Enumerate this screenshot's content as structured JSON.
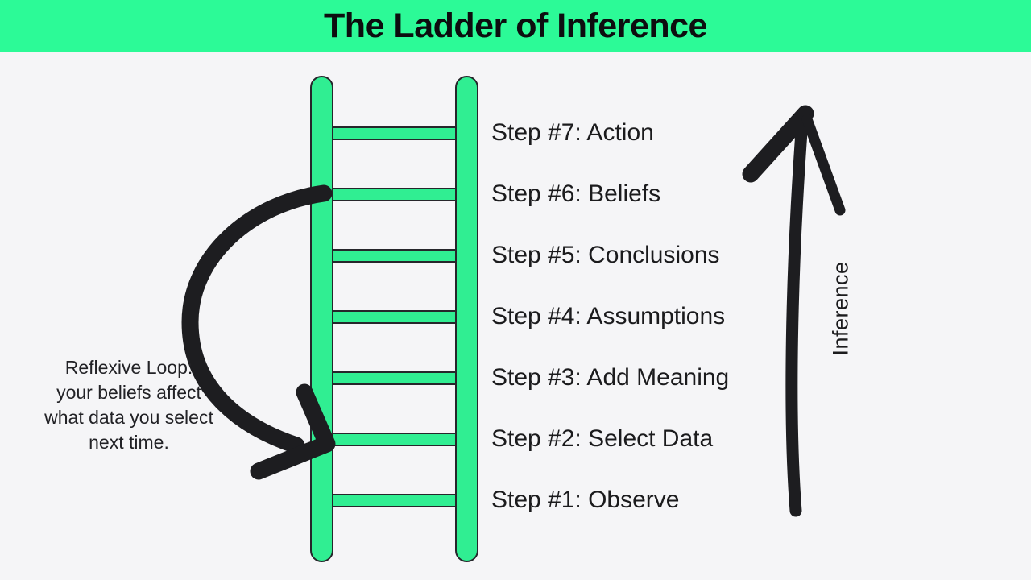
{
  "title": "The Ladder of Inference",
  "steps": [
    {
      "label": "Step #7: Action"
    },
    {
      "label": "Step #6: Beliefs"
    },
    {
      "label": "Step #5: Conclusions"
    },
    {
      "label": "Step #4: Assumptions"
    },
    {
      "label": "Step #3: Add Meaning"
    },
    {
      "label": "Step #2: Select Data"
    },
    {
      "label": "Step #1: Observe"
    }
  ],
  "reflexive_loop_note": {
    "lines": [
      "Reflexive Loop:",
      "your beliefs affect",
      "what data you select",
      "next time."
    ]
  },
  "inference_arrow_label": "Inference",
  "colors": {
    "banner_green": "#2cfa97",
    "ladder_green": "#30ee92",
    "outline_dark": "#26262b",
    "ink_black": "#1d1d20",
    "background": "#f5f5f7",
    "text": "#1b1b1d"
  }
}
